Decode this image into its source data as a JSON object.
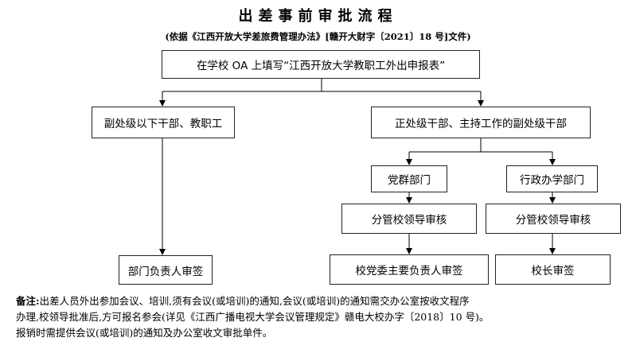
{
  "title": "出差事前审批流程",
  "subtitle": "(依据《江西开放大学差旅费管理办法》[赣开大财字〔2021〕18 号]文件)",
  "nodes": {
    "start": "在学校 OA 上填写“江西开放大学教职工外出申报表”",
    "left_branch": "副处级以下干部、教职工",
    "right_branch": "正处级干部、主持工作的副处级干部",
    "party_dept": "党群部门",
    "admin_dept": "行政办学部门",
    "party_review": "分管校领导审核",
    "admin_review": "分管校领导审核",
    "dept_head_sign": "部门负责人审签",
    "party_committee_sign": "校党委主要负责人审签",
    "president_sign": "校长审签"
  },
  "notes": {
    "label": "备注:",
    "line1": "出差人员外出参加会议、培训,须有会议(或培训)的通知,会议(或培训)的通知需交办公室按收文程序",
    "line2": "办理,校领导批准后,方可报名参会(详见《江西广播电视大学会议管理规定》赣电大校办字〔2018〕10 号)。",
    "line3": "报销时需提供会议(或培训)的通知及办公室收文审批单件。"
  }
}
